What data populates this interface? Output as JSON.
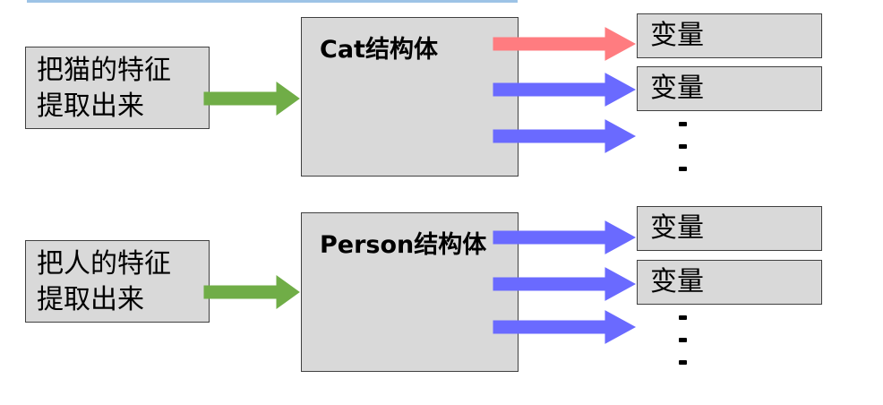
{
  "groups": [
    {
      "source_lines": [
        "把猫的特征",
        "提取出来"
      ],
      "struct_title": "Cat结构体",
      "variables": [
        "变量",
        "变量"
      ]
    },
    {
      "source_lines": [
        "把人的特征",
        "提取出来"
      ],
      "struct_title": "Person结构体",
      "variables": [
        "变量",
        "变量"
      ]
    }
  ],
  "colors": {
    "input_arrow": "#70ad47",
    "highlight_arrow": "#ff7c80",
    "member_arrow": "#6a6aff",
    "box_fill": "#d9d9d9"
  }
}
